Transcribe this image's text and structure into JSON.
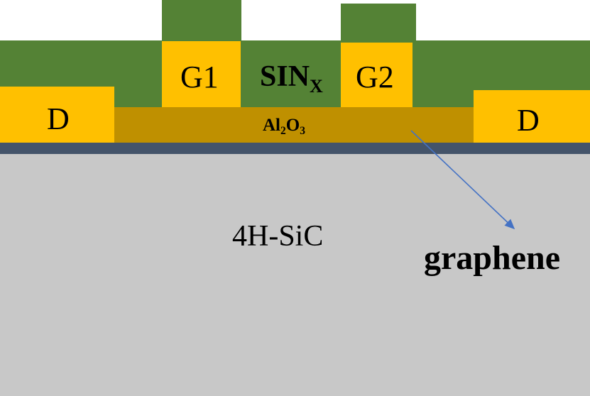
{
  "colors": {
    "substrate": "#c8c8c8",
    "graphene_layer": "#44546a",
    "al2o3": "#bf9000",
    "contact": "#ffc000",
    "sinx": "#548235",
    "arrow": "#4472c4"
  },
  "labels": {
    "drain_left": "D",
    "drain_right": "D",
    "gate1": "G1",
    "gate2": "G2",
    "sinx_main": "SIN",
    "sinx_sub": "X",
    "al_main_1": "Al",
    "al_sub_1": "2",
    "al_main_2": "O",
    "al_sub_2": "3",
    "substrate": "4H-SiC",
    "graphene": "graphene"
  }
}
